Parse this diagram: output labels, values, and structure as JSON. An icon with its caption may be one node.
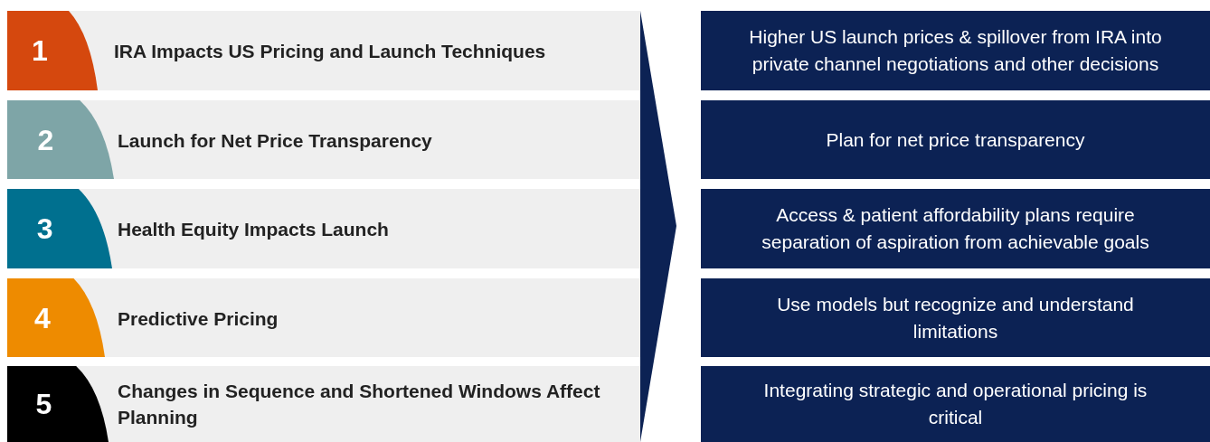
{
  "diagram": {
    "nodes": [
      {
        "text": [
          "IRA Impacts US Pricing and Launch Techniques"
        ]
      },
      {
        "text": [
          "1"
        ],
        "in": 0
      },
      {
        "text": [
          "Higher US launch prices & spillover from IRA into private channel negotiations and other decisions"
        ]
      },
      {
        "text": [
          "Launch for Net Price Transparency"
        ]
      },
      {
        "text": [
          "2"
        ],
        "in": 3
      },
      {
        "text": [
          "Plan for net price transparency"
        ]
      },
      {
        "text": [
          "Health Equity Impacts Launch"
        ]
      },
      {
        "text": [
          "3"
        ],
        "in": 6
      },
      {
        "text": [
          "Access & patient affordability plans require separation of aspiration from achievable goals"
        ]
      },
      {
        "text": [
          "Predictive Pricing"
        ]
      },
      {
        "text": [
          "4"
        ],
        "in": 9
      },
      {
        "text": [
          "Use models but recognize and understand limitations"
        ]
      },
      {
        "text": [
          "Changes in Sequence and Shortened Windows Affect Planning"
        ]
      },
      {
        "text": [
          "5"
        ],
        "in": 12
      },
      {
        "text": [
          "Integrating strategic and operational pricing is critical"
        ]
      },
      {
        "text": [],
        "shape": "chevron"
      }
    ]
  }
}
